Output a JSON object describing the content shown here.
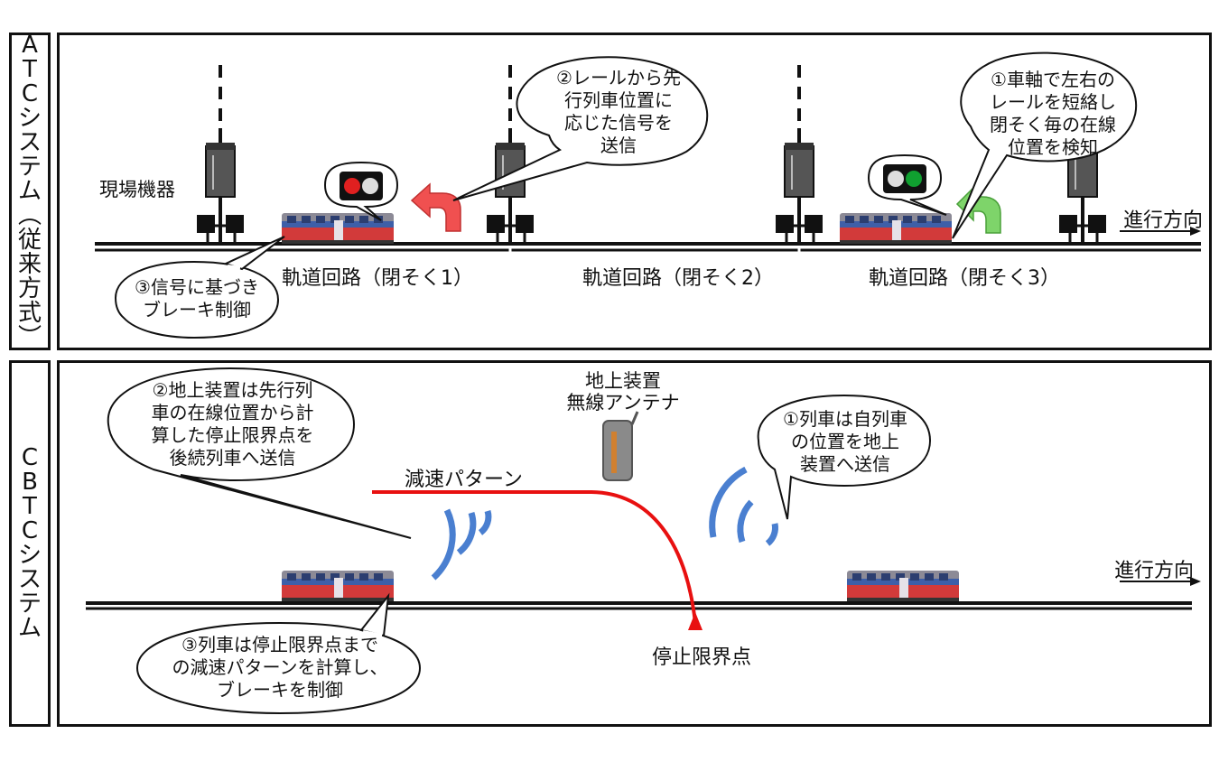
{
  "atc": {
    "label": "ATCシステム（従来方式）",
    "field_equipment": "現場機器",
    "callout1": "①車軸で左右の\nレールを短絡し\n閉そく毎の在線\n位置を検知",
    "callout2": "②レールから先\n行列車位置に\n応じた信号を\n送信",
    "callout3": "③信号に基づき\nブレーキ制御",
    "circuit1": "軌道回路（閉そく1）",
    "circuit2": "軌道回路（閉そく2）",
    "circuit3": "軌道回路（閉そく3）",
    "direction": "進行方向",
    "colors": {
      "red_arrow": "#f05050",
      "green_arrow": "#7ed46a",
      "signal_red": "#e02020",
      "signal_green": "#10a030"
    }
  },
  "cbtc": {
    "label": "CBTCシステム",
    "callout1": "①列車は自列車\nの位置を地上\n装置へ送信",
    "callout2": "②地上装置は先行列\n車の在線位置から計\n算した停止限界点を\n後続列車へ送信",
    "callout3": "③列車は停止限界点まで\nの減速パターンを計算し、\nブレーキを制御",
    "ground_device": "地上装置\n無線アンテナ",
    "deceleration_pattern": "減速パターン",
    "stop_limit": "停止限界点",
    "direction": "進行方向",
    "colors": {
      "pattern": "#e81010",
      "wave": "#4a7fd0"
    }
  }
}
